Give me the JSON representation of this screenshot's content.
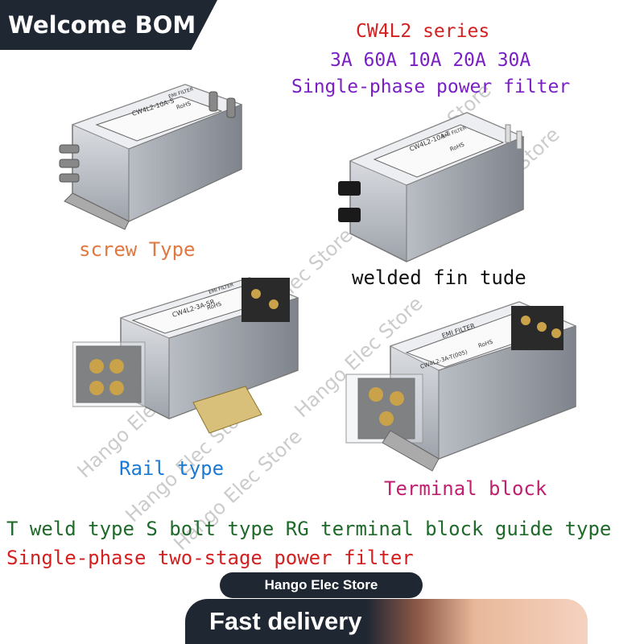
{
  "badge": {
    "text": "Welcome BOM"
  },
  "header": {
    "series": "CW4L2 series",
    "currents": "3A 60A 10A 20A 30A",
    "subtitle": "Single-phase power filter"
  },
  "products": [
    {
      "label": "screw Type",
      "model": "CW4L2-10A-S",
      "emi": "EMI FILTER",
      "rohs": "RoHS"
    },
    {
      "label": "welded fin tude",
      "model": "CW4L2-10A-T",
      "emi": "EMI FILTER",
      "rohs": "RoHS"
    },
    {
      "label": "Rail type",
      "model": "CW4L2-3A-SR",
      "emi": "EMI FILTER",
      "rohs": "RoHS"
    },
    {
      "label": "Terminal block",
      "model": "CW4L2-3A-T(005)",
      "emi": "EMI FILTER",
      "rohs": "RoHS"
    }
  ],
  "description": {
    "line1": "T weld type S bolt type RG terminal block guide type",
    "line2": "Single-phase two-stage power filter"
  },
  "watermark": "Hango Elec Store",
  "footer": {
    "store": "Hango Elec Store",
    "delivery": "Fast delivery"
  },
  "colors": {
    "badge_bg": "#1f2733",
    "series": "#d42020",
    "currents": "#7a1fc4",
    "subtitle": "#7a1fc4",
    "screw_label": "#e07840",
    "weld_label": "#111111",
    "rail_label": "#1a7ad4",
    "terminal_label": "#c02070",
    "desc_line1": "#1f6a2a",
    "desc_line2": "#d42020"
  }
}
